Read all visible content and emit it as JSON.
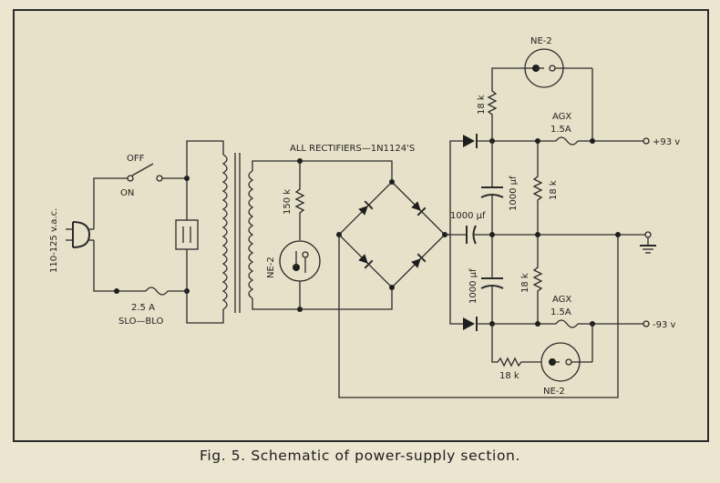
{
  "caption": "Fig. 5. Schematic of power-supply section.",
  "labels": {
    "mains": "110-125 v.a.c.",
    "switch_off": "OFF",
    "switch_on": "ON",
    "fuse_main_rating": "2.5 A",
    "fuse_main_type": "SLO—BLO",
    "rectifiers": "ALL RECTIFIERS—1N1124'S",
    "resistor_150k": "150 k",
    "neon_left": "NE-2",
    "cap_coupling": "1000 µf",
    "neon_top": "NE-2",
    "resistor_top": "18 k",
    "fuse_top_type": "AGX",
    "fuse_top_rating": "1.5A",
    "output_pos": "+93 v",
    "cap_upper": "1000 µf",
    "resistor_upper": "18 k",
    "cap_lower": "1000 µf",
    "resistor_lower": "18 k",
    "fuse_bottom_type": "AGX",
    "fuse_bottom_rating": "1.5A",
    "output_neg": "-93 v",
    "resistor_bottom": "18 k",
    "neon_bottom": "NE-2"
  },
  "colors": {
    "paper": "#ece5cf",
    "ink": "#2a2a2a"
  }
}
